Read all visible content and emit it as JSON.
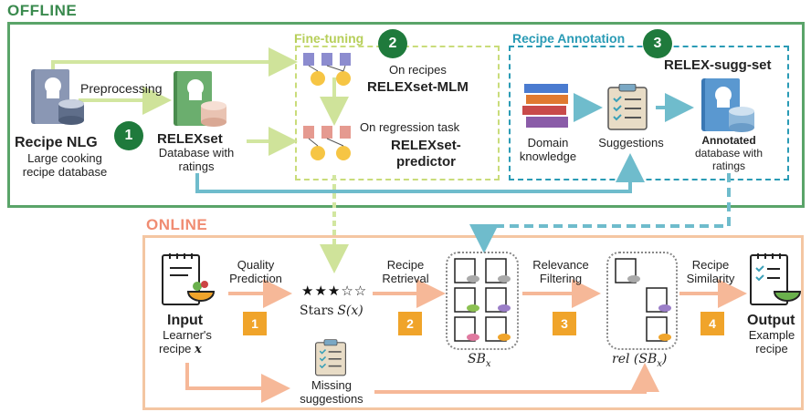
{
  "offline": {
    "title": "OFFLINE",
    "recipe_nlg": {
      "name": "Recipe NLG",
      "desc_line1": "Large cooking",
      "desc_line2": "recipe database"
    },
    "preprocessing": "Preprocessing",
    "step1": "1",
    "relexset": {
      "name": "RELEXset",
      "desc_line1": "Database with",
      "desc_line2": "ratings"
    },
    "finetuning": {
      "title": "Fine-tuning",
      "step": "2",
      "on_recipes": "On recipes",
      "mlm": "RELEXset-MLM",
      "on_regression": "On  regression task",
      "predictor_line1": "RELEXset-",
      "predictor_line2": "predictor"
    },
    "annotation": {
      "title": "Recipe Annotation",
      "step": "3",
      "sugg_set": "RELEX-sugg-set",
      "domain_line1": "Domain",
      "domain_line2": "knowledge",
      "suggestions": "Suggestions",
      "annotated": "Annotated",
      "annotated_line2": "database with",
      "annotated_line3": "ratings"
    }
  },
  "online": {
    "title": "ONLINE",
    "input": {
      "name": "Input",
      "line1": "Learner's",
      "line2": "recipe",
      "var": "x"
    },
    "quality": {
      "line1": "Quality",
      "line2": "Prediction",
      "step": "1"
    },
    "stars": {
      "label": "Stars",
      "func": "S(x)",
      "rating": "★★★☆☆"
    },
    "retrieval": {
      "line1": "Recipe",
      "line2": "Retrieval",
      "step": "2"
    },
    "sb": {
      "label": "SB",
      "sub": "x"
    },
    "relevance": {
      "line1": "Relevance",
      "line2": "Filtering",
      "step": "3"
    },
    "rel": {
      "label": "rel (SB",
      "sub": "x",
      "close": ")"
    },
    "similarity": {
      "line1": "Recipe",
      "line2": "Similarity",
      "step": "4"
    },
    "output": {
      "name": "Output",
      "line1": "Example",
      "line2": "recipe"
    },
    "missing": {
      "line1": "Missing",
      "line2": "suggestions"
    }
  },
  "colors": {
    "offline_green": "#5aa469",
    "online_orange": "#f4b183",
    "finetune_yellow": "#c9dc7a",
    "annotation_blue": "#2a9bb5",
    "teal_arrow": "#6fbccc",
    "light_green_arrow": "#d2e6a0",
    "step_green": "#1f7a3c",
    "step_orange": "#f0a42a"
  }
}
